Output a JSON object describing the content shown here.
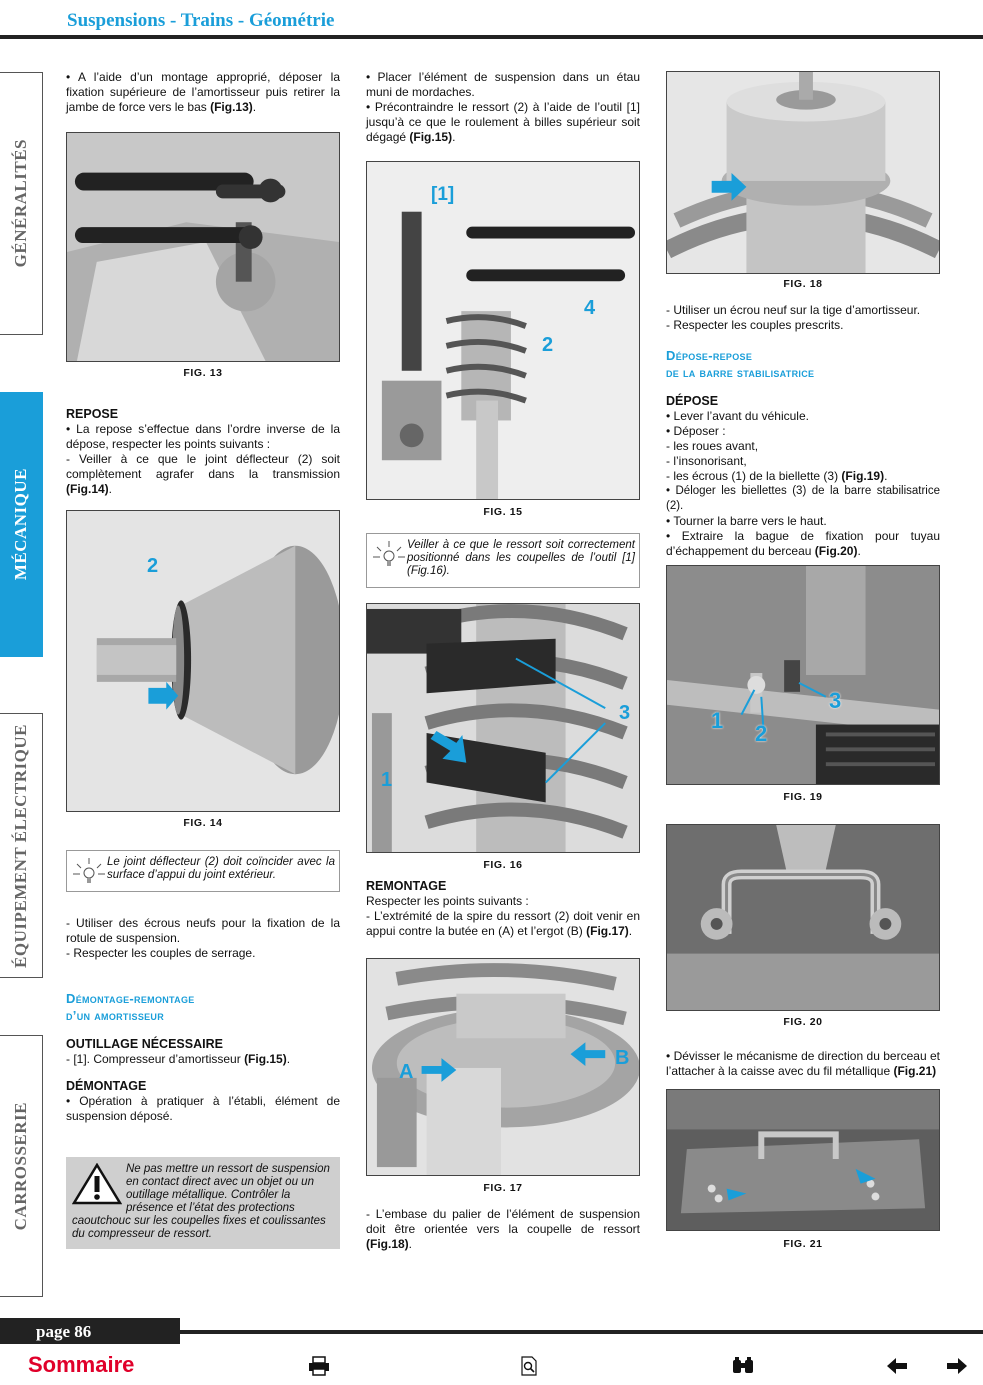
{
  "header": {
    "title": "Suspensions - Trains - Géométrie"
  },
  "sidebar": {
    "tabs": [
      {
        "label": "GÉNÉRALITÉS",
        "active": false
      },
      {
        "label": "MÉCANIQUE",
        "active": true
      },
      {
        "label": "ÉQUIPEMENT ÉLECTRIQUE",
        "active": false
      },
      {
        "label": "CARROSSERIE",
        "active": false
      }
    ]
  },
  "colors": {
    "accent": "#1a9ed9",
    "sommaire": "#e0002a",
    "dark": "#222222"
  },
  "col1": {
    "intro_1": "• A l’aide d’un montage approprié, déposer la fixation supérieure de l’amortisseur puis retirer la jambe de force vers le bas ",
    "intro_ref": "(Fig.13)",
    "intro_end": ".",
    "fig13": "FIG. 13",
    "repose_title": "REPOSE",
    "repose_1": "• La repose s’effectue dans l’ordre inverse de la dépose, respecter les points suivants :",
    "repose_2": "- Veiller à ce que le joint déflecteur (2) soit complètement agrafer dans la transmission ",
    "repose_2_ref": "(Fig.14)",
    "repose_2_end": ".",
    "fig14": "FIG. 14",
    "fig14_label": "2",
    "note_1": "Le joint déflecteur (2) doit coïncider avec la surface d’appui du joint extérieur.",
    "after_1": "- Utiliser des écrous neufs pour la fixation de la rotule de suspension.",
    "after_2": "- Respecter les couples de serrage.",
    "section_1_line1": "Démontage-remontage",
    "section_1_line2": "d’un amortisseur",
    "outillage_title": "OUTILLAGE NÉCESSAIRE",
    "outillage_1": "- [1]. Compresseur d’amortisseur ",
    "outillage_ref": "(Fig.15)",
    "outillage_end": ".",
    "demontage_title": "DÉMONTAGE",
    "demontage_1": "• Opération à pratiquer à l’établi, élément de suspension déposé.",
    "warning": "Ne pas mettre un ressort de suspension en contact direct avec un objet ou un outillage métallique. Contrôler la présence et l’état des protections caoutchouc sur les coupelles fixes et coulissantes du compresseur de ressort."
  },
  "col2": {
    "p1": "• Placer l’élément de suspension dans un étau muni de mordaches.",
    "p2": "• Précontraindre le ressort (2) à l’aide de l’outil [1] jusqu’à ce que le roulement à billes supérieur soit dégagé ",
    "p2_ref": "(Fig.15)",
    "p2_end": ".",
    "fig15": "FIG. 15",
    "fig15_labels": [
      "[1]",
      "4",
      "2"
    ],
    "note_2": "Veiller à ce que le ressort soit correctement positionné dans les coupelles de l’outil [1] (Fig.16).",
    "fig16": "FIG. 16",
    "fig16_labels": [
      "3",
      "1"
    ],
    "remontage_title": "REMONTAGE",
    "remontage_1": "Respecter les points suivants :",
    "remontage_2": "- L’extrémité de la spire du ressort (2) doit venir en appui contre la butée en (A) et l’ergot (B) ",
    "remontage_ref": "(Fig.17)",
    "remontage_end": ".",
    "fig17": "FIG. 17",
    "fig17_labels": [
      "A",
      "B"
    ],
    "p3": "- L’embase du palier de l’élément de suspension doit être orientée vers la coupelle de ressort ",
    "p3_ref": "(Fig.18)",
    "p3_end": "."
  },
  "col3": {
    "fig18": "FIG. 18",
    "p1": "- Utiliser un écrou neuf sur la tige d’amortisseur.",
    "p2": "- Respecter les couples prescrits.",
    "section_2_line1": "Dépose-repose",
    "section_2_line2": "de la barre stabilisatrice",
    "depose_title": "DÉPOSE",
    "d1": "• Lever l’avant du véhicule.",
    "d2": "• Déposer :",
    "d3": "- les roues avant,",
    "d4": "- l’insonorisant,",
    "d5": "- les écrous (1) de la biellette (3) ",
    "d5_ref": "(Fig.19)",
    "d5_end": ".",
    "d6": "• Déloger les biellettes (3) de la barre stabilisatrice (2).",
    "d7": "• Tourner la barre vers le haut.",
    "d8": "• Extraire la bague de fixation pour tuyau d’échappement du berceau ",
    "d8_ref": "(Fig.20)",
    "d8_end": ".",
    "fig19": "FIG. 19",
    "fig19_labels": [
      "1",
      "2",
      "3"
    ],
    "fig20": "FIG. 20",
    "p3": "• Dévisser le mécanisme de direction du berceau et l’attacher à la caisse avec du fil métallique ",
    "p3_ref": "(Fig.21)",
    "fig21": "FIG. 21"
  },
  "footer": {
    "page": "page 86",
    "sommaire": "Sommaire",
    "tools": [
      "printer-icon",
      "zoom-page-icon",
      "binoculars-icon",
      "arrow-left-icon",
      "arrow-right-icon"
    ]
  }
}
